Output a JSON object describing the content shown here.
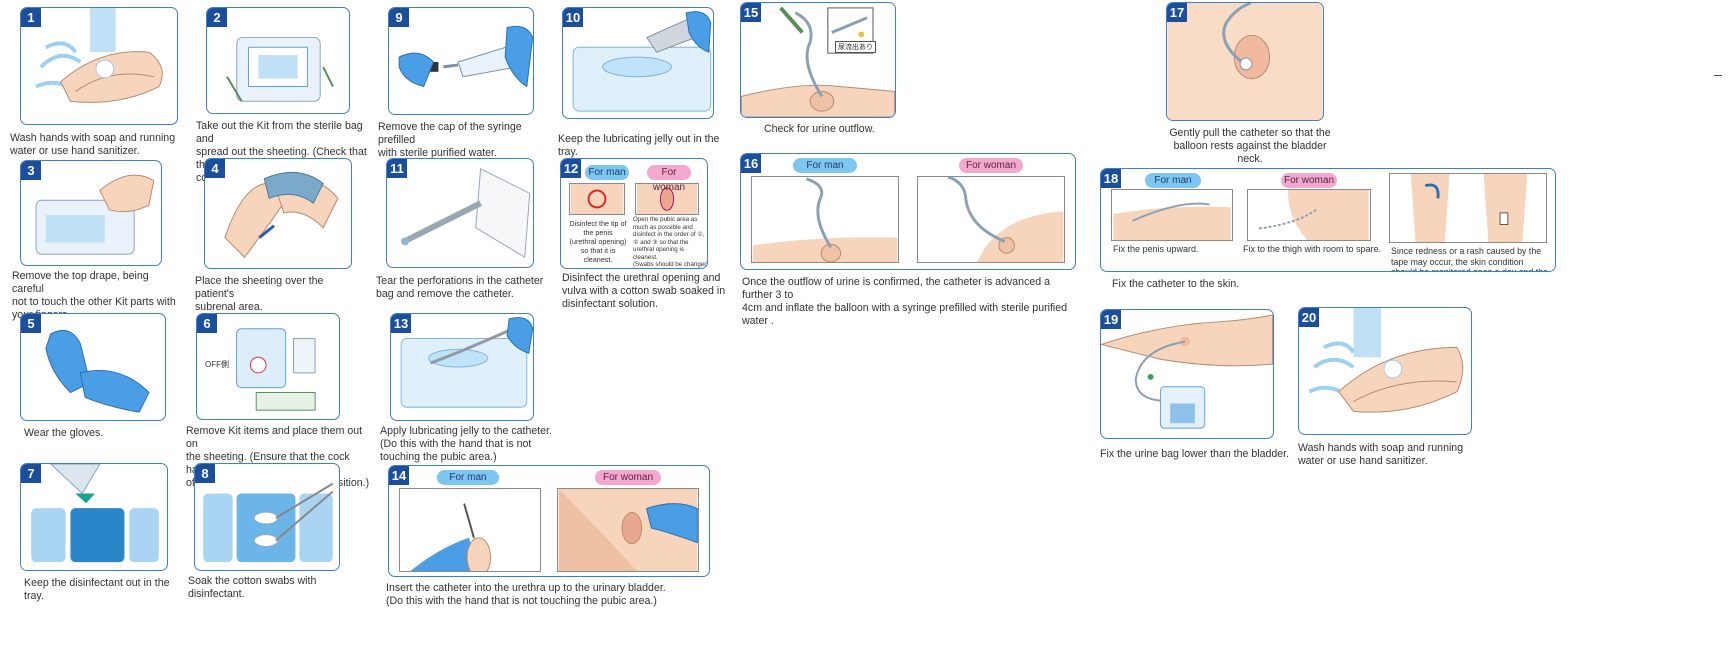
{
  "labels": {
    "for_man": "For man",
    "for_woman": "For woman"
  },
  "steps": [
    {
      "num": "1",
      "caption": "Wash hands with soap and running\nwater or use hand sanitizer."
    },
    {
      "num": "2",
      "caption": "Take out the Kit from the sterile bag and\nspread out the sheeting. (Check that\nthe product is complete as configured.)"
    },
    {
      "num": "3",
      "caption": "Remove the top drape, being careful\nnot to touch the other Kit parts with\nyour fingers."
    },
    {
      "num": "4",
      "caption": "Place the sheeting over the patient's\nsubrenal area."
    },
    {
      "num": "5",
      "caption": "Wear the gloves."
    },
    {
      "num": "6",
      "caption": "Remove Kit items and place them out on\nthe sheeting. (Ensure that the cock handle\nof the urine bag is in the OFF position.)",
      "label_off": "OFF側"
    },
    {
      "num": "7",
      "caption": "Keep the disinfectant out in the tray."
    },
    {
      "num": "8",
      "caption": "Soak the cotton swabs with disinfectant."
    },
    {
      "num": "9",
      "caption": "Remove the cap of the syringe prefilled\nwith sterile purified water."
    },
    {
      "num": "10",
      "caption": "Keep the lubricating jelly out in the tray."
    },
    {
      "num": "11",
      "caption": "Tear the perforations in the catheter\nbag and remove the catheter."
    },
    {
      "num": "12",
      "caption": "Disinfect the urethral opening and\nvulva with a cotton swab soaked in\ndisinfectant solution.",
      "man_text": "Disinfect the tip of\nthe penis\n(urethral opening)\nso that it is\ncleanest.",
      "woman_text": "Open the pubic area as\nmuch as possible and\ndisinfect in the order of ①,\n② and ③ so that the\nurethral opening is cleanest.\n(Swabs should be changed\nafter each use.)"
    },
    {
      "num": "13",
      "caption": "Apply lubricating jelly to the catheter.\n(Do this with the hand that is not\ntouching the pubic area.)"
    },
    {
      "num": "14",
      "caption": "Insert the catheter into the urethra up to the urinary bladder.\n(Do this with the hand that is not touching the pubic area.)"
    },
    {
      "num": "15",
      "caption": "Check for urine outflow.",
      "note": "尿流出あり"
    },
    {
      "num": "16",
      "caption": "Once the outflow of urine is confirmed, the catheter is advanced a further 3 to\n4cm and inflate the balloon with a syringe prefilled with sterile purified water ."
    },
    {
      "num": "17",
      "caption": "Gently pull the catheter so that the\nballoon rests against the bladder neck."
    },
    {
      "num": "18",
      "caption": "Fix the catheter to the skin.",
      "man_text": "Fix the penis upward.",
      "woman_text": "Fix to the thigh with room to spare.",
      "skin_note": "Since redness or a rash caused by the\ntape may occur, the skin condition\nshould be monitored once a day and the\nfixation site should be changed after\nskin care."
    },
    {
      "num": "19",
      "caption": "Fix  the urine bag lower than the bladder."
    },
    {
      "num": "20",
      "caption": "Wash hands with soap and running\nwater or use hand sanitizer."
    }
  ],
  "colors": {
    "panel_border": "#3f7fc8",
    "number_badge": "#1b4f9c",
    "glove_blue": "#4a9ee6",
    "skin": "#f7d5bd",
    "pill_man": "#7cc6ef",
    "pill_woman": "#f2a9cd"
  }
}
